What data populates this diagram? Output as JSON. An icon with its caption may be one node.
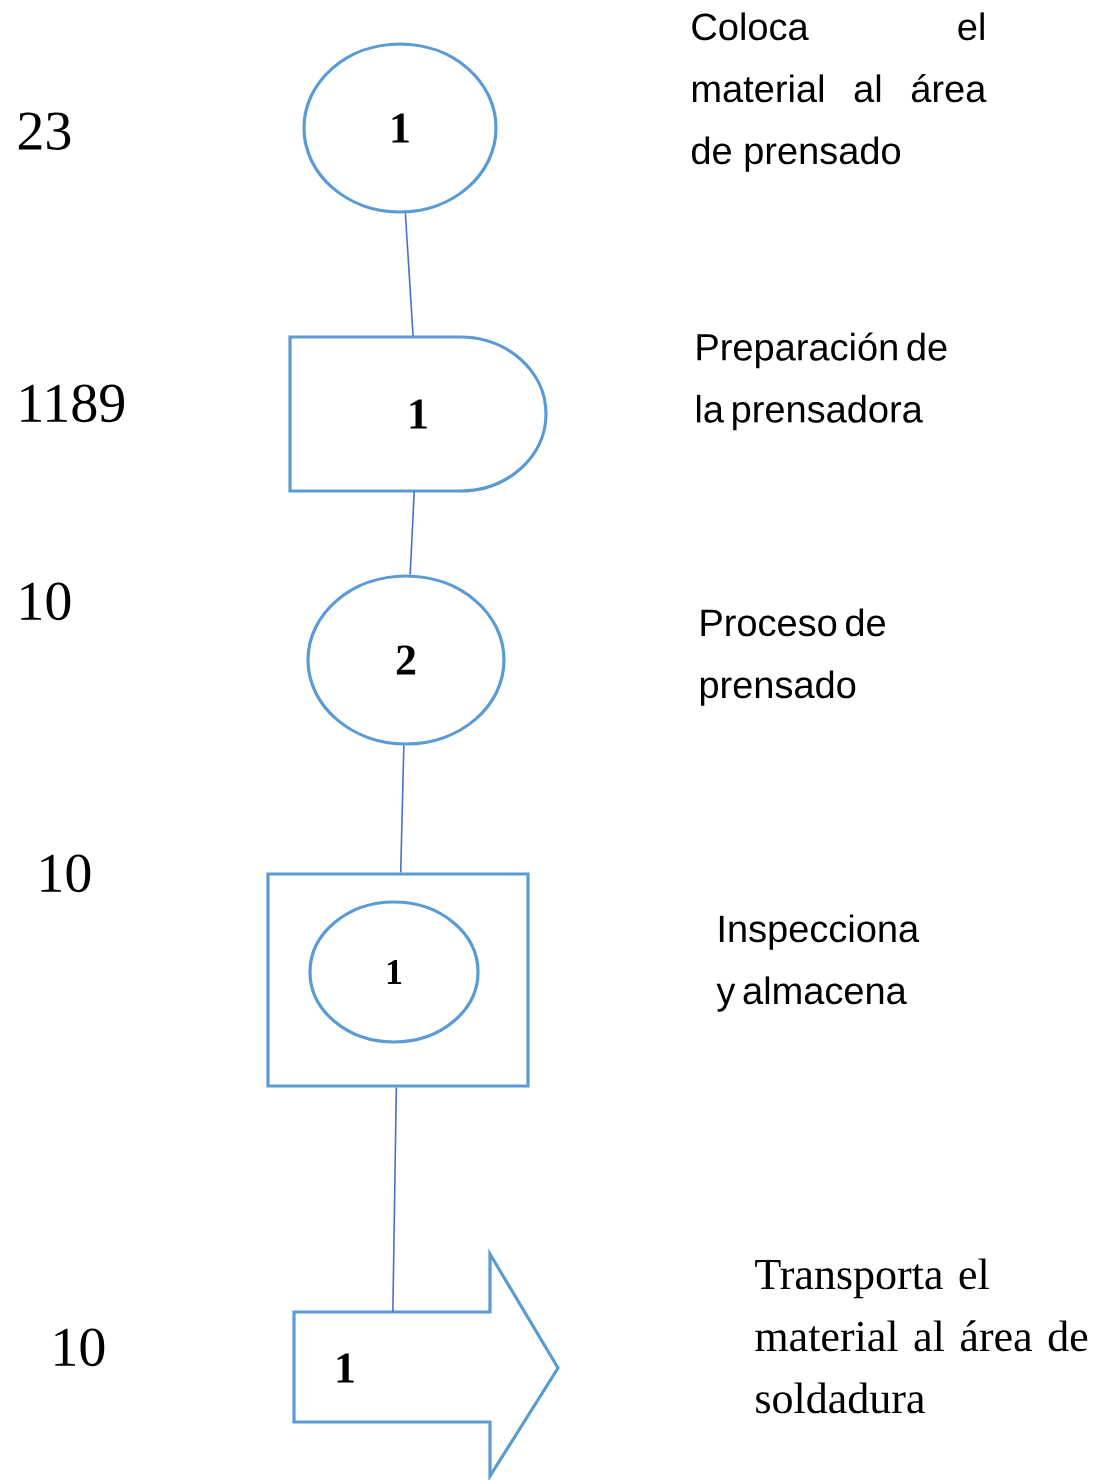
{
  "diagram": {
    "nodes": [
      {
        "text": [
          "1"
        ]
      },
      {
        "text": [
          "1"
        ]
      },
      {
        "text": [
          "2"
        ]
      },
      {
        "text": [],
        "shape": "box"
      },
      {
        "text": [
          "1"
        ],
        "in": 3
      },
      {
        "text": [
          "1"
        ]
      }
    ],
    "labels": [
      "23",
      "Coloca el material al área de prensado",
      "1189",
      "Preparación de la prensadora",
      "10",
      "Proceso de prensado",
      "10",
      "Inspecciona y almacena",
      "10",
      "Transporta el material al área de soldadura"
    ],
    "edges": [
      {
        "from": 0,
        "to": 1,
        "arrow": "none"
      },
      {
        "from": 1,
        "to": 2,
        "arrow": "none"
      },
      {
        "from": 2,
        "to": 3,
        "arrow": "none"
      },
      {
        "from": 3,
        "to": 5,
        "arrow": "none"
      }
    ]
  }
}
